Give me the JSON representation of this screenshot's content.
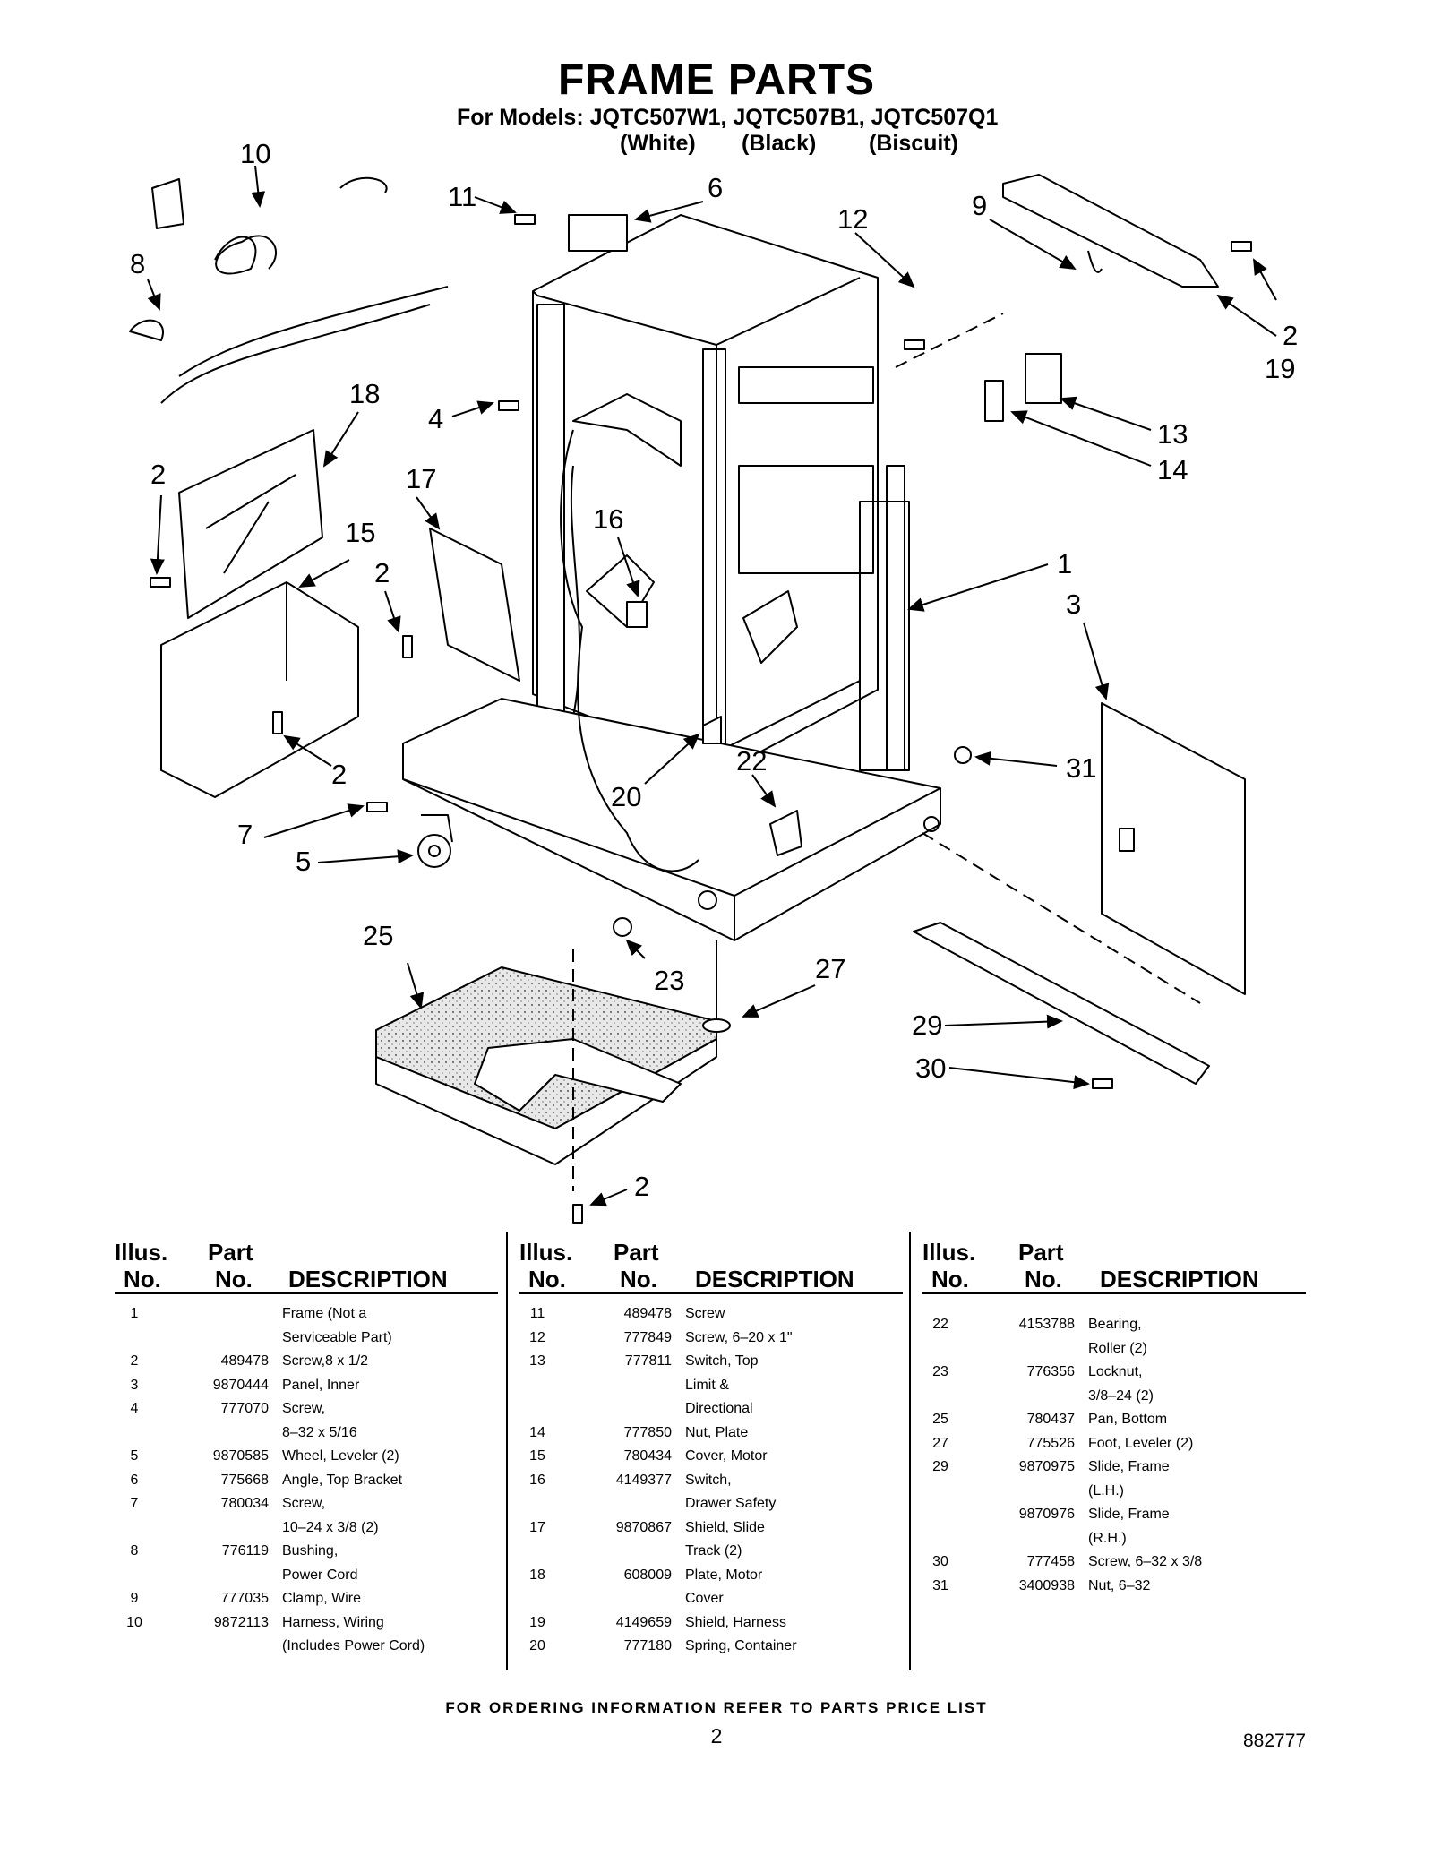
{
  "header": {
    "title": "FRAME PARTS",
    "models": "For Models: JQTC507W1, JQTC507B1, JQTC507Q1",
    "colors": [
      "(White)",
      "(Black)",
      "(Biscuit)"
    ]
  },
  "diagram": {
    "callouts": [
      "10",
      "11",
      "6",
      "12",
      "9",
      "8",
      "2",
      "19",
      "13",
      "14",
      "18",
      "4",
      "2",
      "17",
      "16",
      "15",
      "2",
      "1",
      "3",
      "2",
      "31",
      "22",
      "20",
      "7",
      "5",
      "25",
      "23",
      "27",
      "29",
      "30",
      "2"
    ]
  },
  "table": {
    "headers": {
      "illus_top": "Illus.",
      "illus_bottom": "No.",
      "part_top": "Part",
      "part_bottom": "No.",
      "description": "DESCRIPTION"
    },
    "columns": [
      [
        {
          "illus": "1",
          "part": "",
          "lines": [
            "Frame (Not a",
            "Serviceable Part)"
          ]
        },
        {
          "illus": "2",
          "part": "489478",
          "lines": [
            "Screw,8 x 1/2"
          ]
        },
        {
          "illus": "3",
          "part": "9870444",
          "lines": [
            "Panel, Inner"
          ]
        },
        {
          "illus": "4",
          "part": "777070",
          "lines": [
            "Screw,",
            "8–32 x 5/16"
          ]
        },
        {
          "illus": "5",
          "part": "9870585",
          "lines": [
            "Wheel, Leveler (2)"
          ]
        },
        {
          "illus": "6",
          "part": "775668",
          "lines": [
            "Angle, Top Bracket"
          ]
        },
        {
          "illus": "7",
          "part": "780034",
          "lines": [
            "Screw,",
            "10–24 x 3/8 (2)"
          ]
        },
        {
          "illus": "8",
          "part": "776119",
          "lines": [
            "Bushing,",
            "Power Cord"
          ]
        },
        {
          "illus": "9",
          "part": "777035",
          "lines": [
            "Clamp, Wire"
          ]
        },
        {
          "illus": "10",
          "part": "9872113",
          "lines": [
            "Harness, Wiring",
            "(Includes Power Cord)"
          ]
        }
      ],
      [
        {
          "illus": "11",
          "part": "489478",
          "lines": [
            "Screw"
          ]
        },
        {
          "illus": "12",
          "part": "777849",
          "lines": [
            "Screw, 6–20 x 1\""
          ]
        },
        {
          "illus": "13",
          "part": "777811",
          "lines": [
            "Switch, Top",
            "Limit &",
            "Directional"
          ]
        },
        {
          "illus": "14",
          "part": "777850",
          "lines": [
            "Nut, Plate"
          ]
        },
        {
          "illus": "15",
          "part": "780434",
          "lines": [
            "Cover, Motor"
          ]
        },
        {
          "illus": "16",
          "part": "4149377",
          "lines": [
            "Switch,",
            "Drawer Safety"
          ]
        },
        {
          "illus": "17",
          "part": "9870867",
          "lines": [
            "Shield, Slide",
            "Track (2)"
          ]
        },
        {
          "illus": "18",
          "part": "608009",
          "lines": [
            "Plate, Motor",
            "Cover"
          ]
        },
        {
          "illus": "19",
          "part": "4149659",
          "lines": [
            "Shield, Harness"
          ]
        },
        {
          "illus": "20",
          "part": "777180",
          "lines": [
            "Spring, Container"
          ]
        }
      ],
      [
        {
          "illus": "22",
          "part": "4153788",
          "lines": [
            "Bearing,",
            "Roller (2)"
          ]
        },
        {
          "illus": "23",
          "part": "776356",
          "lines": [
            "Locknut,",
            "3/8–24 (2)"
          ]
        },
        {
          "illus": "25",
          "part": "780437",
          "lines": [
            "Pan, Bottom"
          ]
        },
        {
          "illus": "27",
          "part": "775526",
          "lines": [
            "Foot, Leveler (2)"
          ]
        },
        {
          "illus": "29",
          "part": "9870975",
          "lines": [
            "Slide, Frame",
            "(L.H.)"
          ]
        },
        {
          "illus": "",
          "part": "9870976",
          "lines": [
            "Slide, Frame",
            "(R.H.)"
          ]
        },
        {
          "illus": "30",
          "part": "777458",
          "lines": [
            "Screw, 6–32 x 3/8"
          ]
        },
        {
          "illus": "31",
          "part": "3400938",
          "lines": [
            "Nut, 6–32"
          ]
        }
      ]
    ]
  },
  "footer": {
    "ordering": "FOR ORDERING INFORMATION REFER TO PARTS PRICE LIST",
    "page": "2",
    "doc_number": "882777"
  }
}
